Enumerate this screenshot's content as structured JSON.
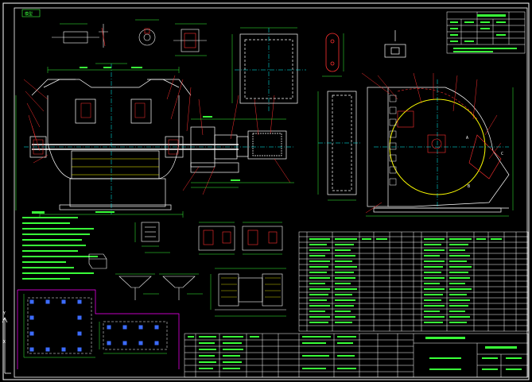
{
  "drawing": {
    "tab_label": "模型",
    "upper_axis_letter": "Y",
    "lower_axis_letter": "X",
    "view_labels": [
      "A",
      "B",
      "C"
    ],
    "colors": {
      "background": "#000000",
      "frame": "#ffffff",
      "outline": "#ffffff",
      "dimension": "#39ff39",
      "leader": "#ff3030",
      "center": "#00ffff",
      "hatch": "#ffff00",
      "hidden": "#ff00ff",
      "block": "#3c6cff"
    },
    "icons": [
      "axis-ucs-icon"
    ]
  }
}
